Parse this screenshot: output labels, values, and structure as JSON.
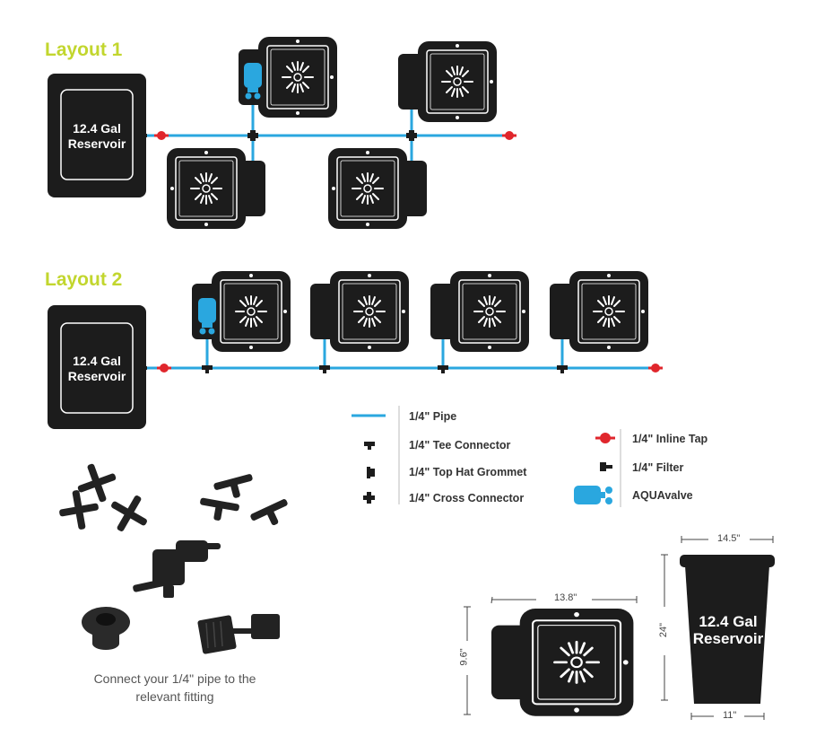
{
  "layouts": [
    {
      "title": "Layout 1",
      "reservoir_label": [
        "12.4 Gal",
        "Reservoir"
      ]
    },
    {
      "title": "Layout 2",
      "reservoir_label": [
        "12.4 Gal",
        "Reservoir"
      ]
    }
  ],
  "legend": {
    "left": [
      {
        "symbol": "pipe",
        "label": "1/4\" Pipe"
      },
      {
        "symbol": "tee-connector",
        "label": "1/4\" Tee Connector"
      },
      {
        "symbol": "top-hat-grommet",
        "label": "1/4\" Top Hat Grommet"
      },
      {
        "symbol": "cross-connector",
        "label": "1/4\" Cross Connector"
      }
    ],
    "right": [
      {
        "symbol": "inline-tap",
        "label": "1/4\" Inline Tap"
      },
      {
        "symbol": "filter",
        "label": "1/4\" Filter"
      },
      {
        "symbol": "aquavalve",
        "label": "AQUAvalve"
      }
    ]
  },
  "dimensions": {
    "pot_width": "13.8\"",
    "pot_height": "9.6\"",
    "reservoir_top": "14.5\"",
    "reservoir_height": "24\"",
    "reservoir_bottom": "11\""
  },
  "big_reservoir_label": [
    "12.4 Gal",
    "Reservoir"
  ],
  "caption": [
    "Connect your 1/4\" pipe to the",
    "relevant fitting"
  ],
  "colors": {
    "pipe": "#2aa7df",
    "title_green": "#c2d62e",
    "inline_tap_red": "#e0262c",
    "aquavalve_blue": "#2aa7df",
    "body_black": "#1c1c1c"
  }
}
